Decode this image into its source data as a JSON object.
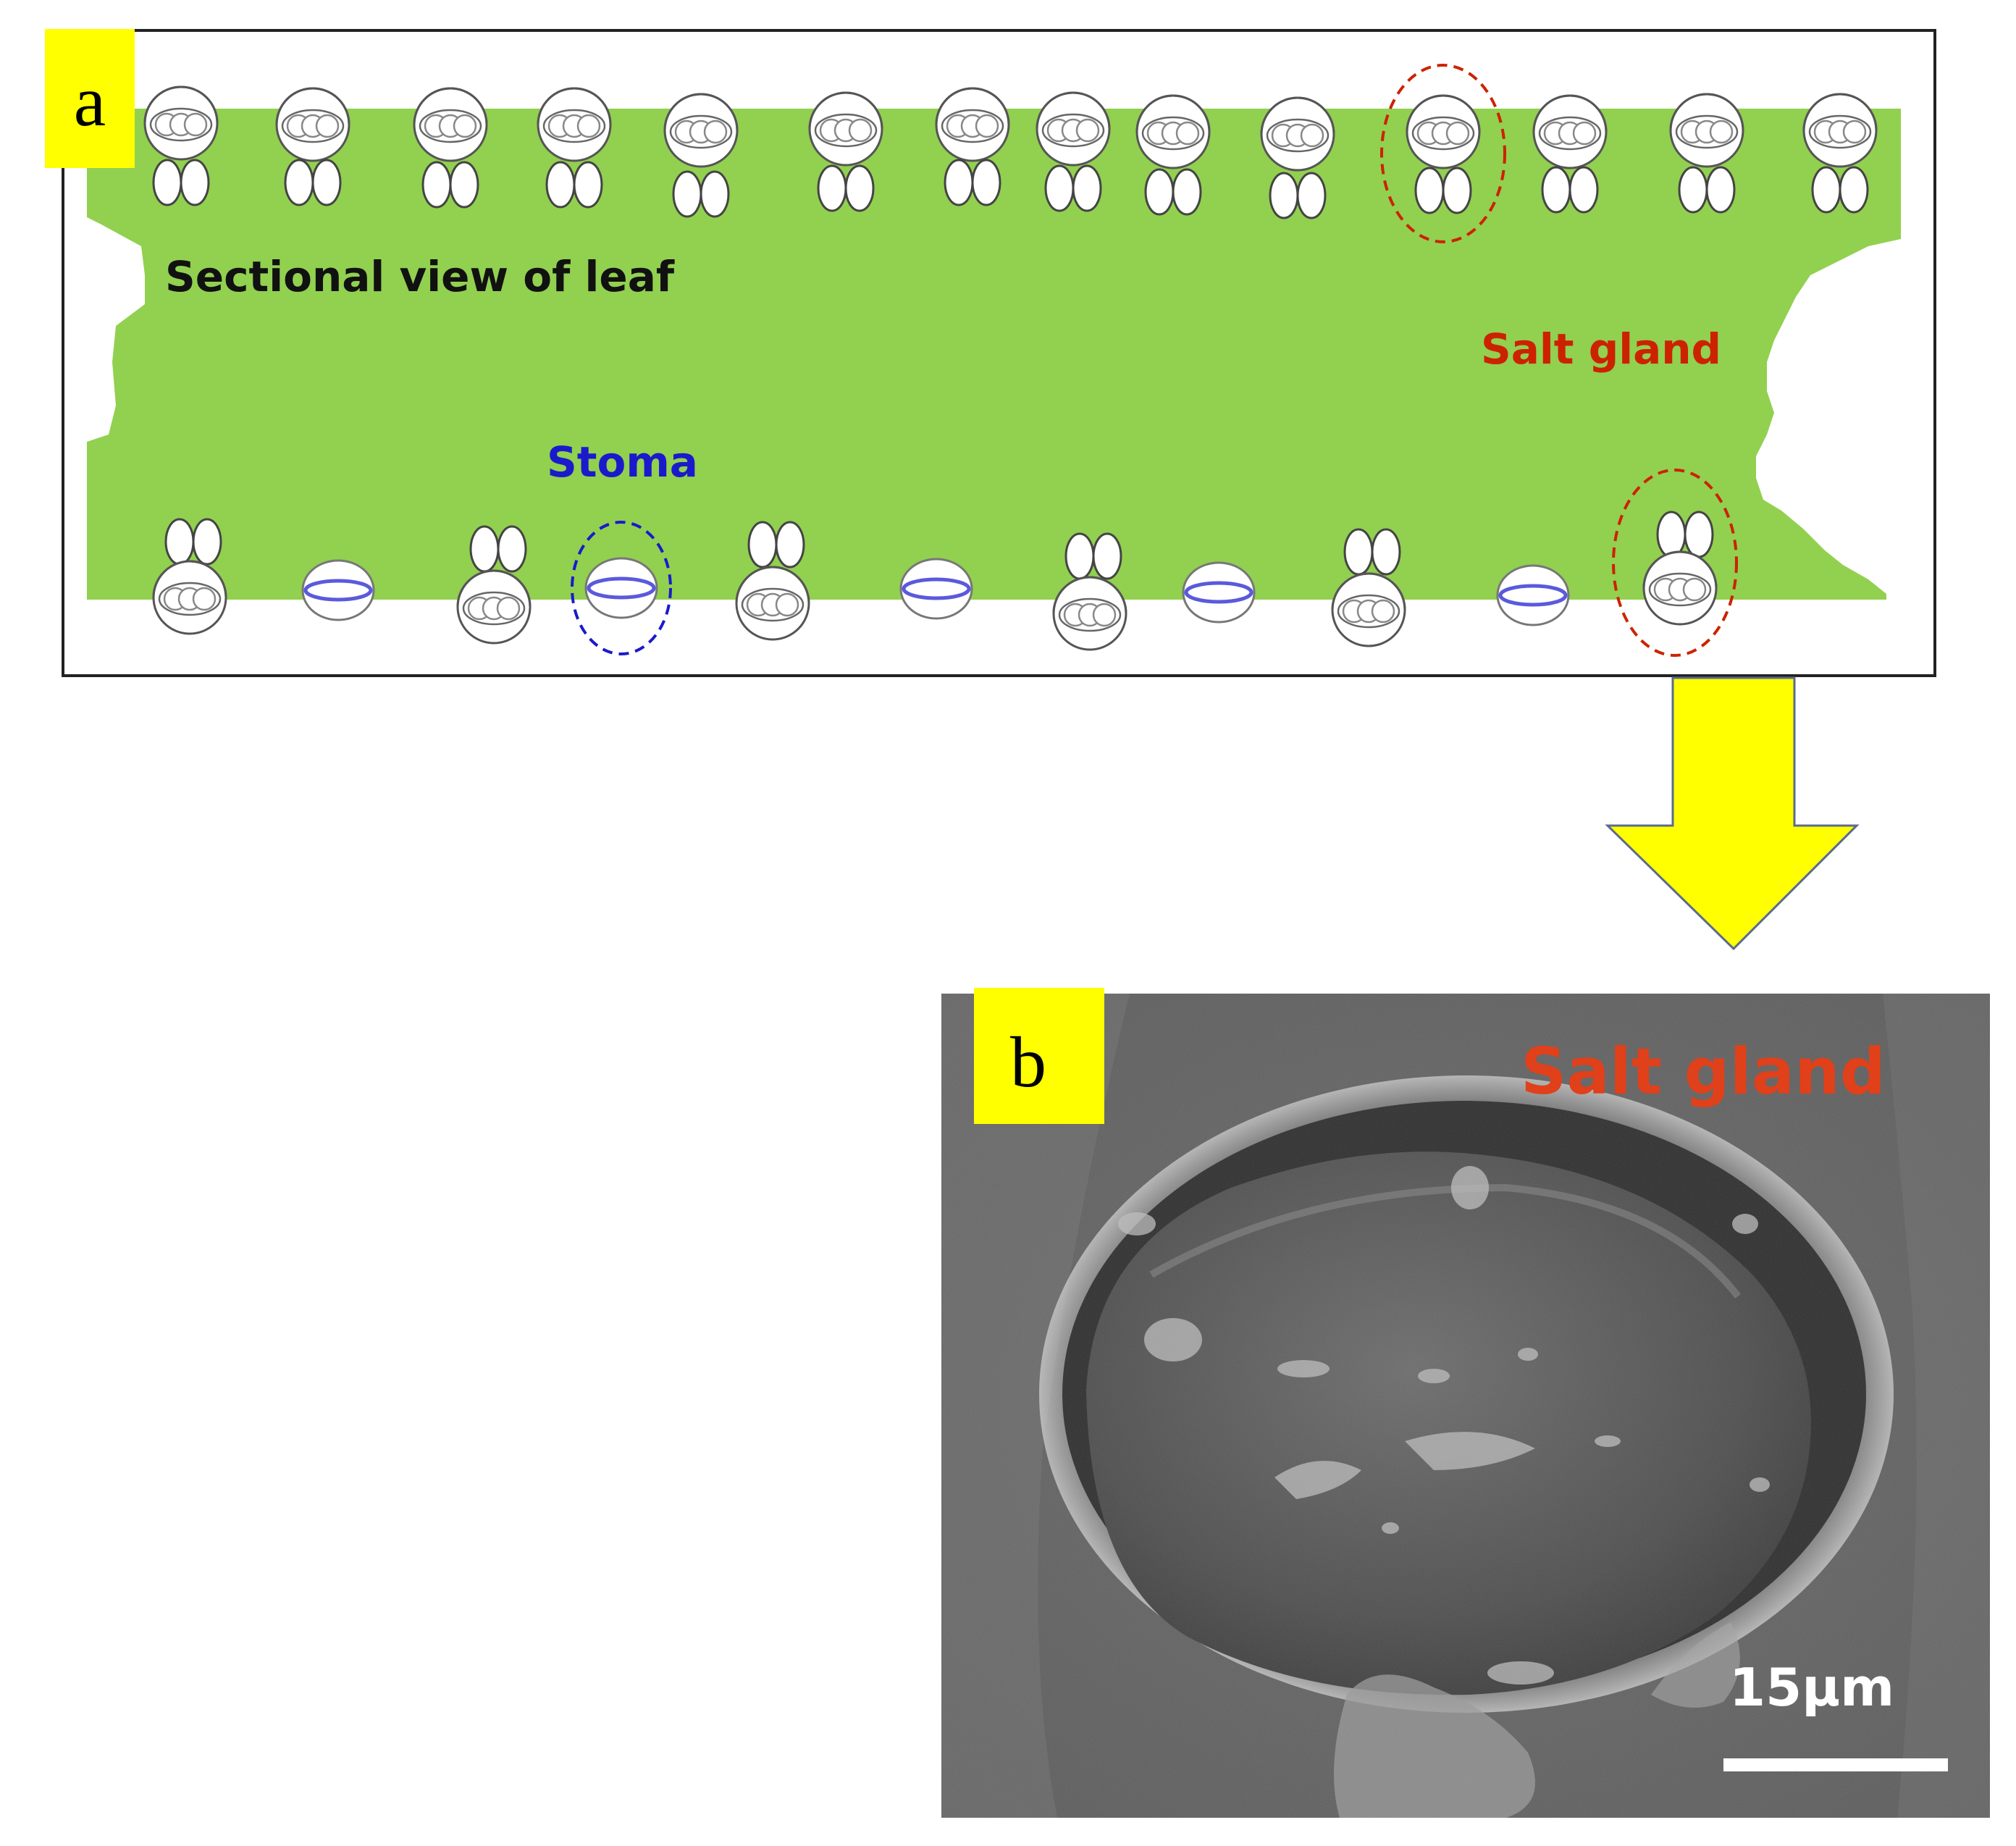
{
  "panel_a": {
    "letter": "a",
    "leaf_label": "Sectional view of leaf",
    "salt_gland_label": "Salt gland",
    "stoma_label": "Stoma"
  },
  "panel_b": {
    "letter": "b",
    "title": "Salt gland",
    "scale_bar_label": "15μm"
  },
  "colors": {
    "leaf": "#92d050",
    "highlight": "#ffff00",
    "salt_gland_red": "#cc2200",
    "sem_title_red": "#e0401a",
    "stoma_blue": "#1a1acc",
    "stoma_ellipse": "#5a5adc"
  }
}
